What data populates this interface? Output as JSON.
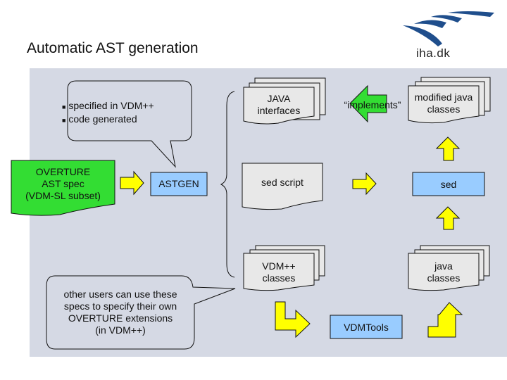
{
  "title": "Automatic AST generation",
  "logo": {
    "text": "iha.dk",
    "color": "#1f4e8c"
  },
  "colors": {
    "panel": "#d5d9e4",
    "doc": "#e8e8e8",
    "tool_box": "#99ccff",
    "arrow": "#ffff00",
    "green": "#33dd33"
  },
  "callout_top": {
    "bullets": [
      "specified in VDM++",
      "code generated"
    ]
  },
  "source_doc": {
    "lines": [
      "OVERTURE",
      "AST spec",
      "(VDM-SL subset)"
    ]
  },
  "astgen": {
    "label": "ASTGEN"
  },
  "java_interfaces": {
    "lines": [
      "JAVA",
      "interfaces"
    ]
  },
  "implements": {
    "label": "“implements”"
  },
  "modified_java": {
    "lines": [
      "modified java",
      "classes"
    ]
  },
  "sed_script": {
    "label": "sed script"
  },
  "sed": {
    "label": "sed"
  },
  "vdm_classes": {
    "lines": [
      "VDM++",
      "classes"
    ]
  },
  "java_classes": {
    "lines": [
      "java",
      "classes"
    ]
  },
  "vdmtools": {
    "label": "VDMTools"
  },
  "callout_bottom": {
    "lines": [
      "other users can use these",
      "specs to specify their own",
      "OVERTURE extensions",
      "(in VDM++)"
    ]
  }
}
